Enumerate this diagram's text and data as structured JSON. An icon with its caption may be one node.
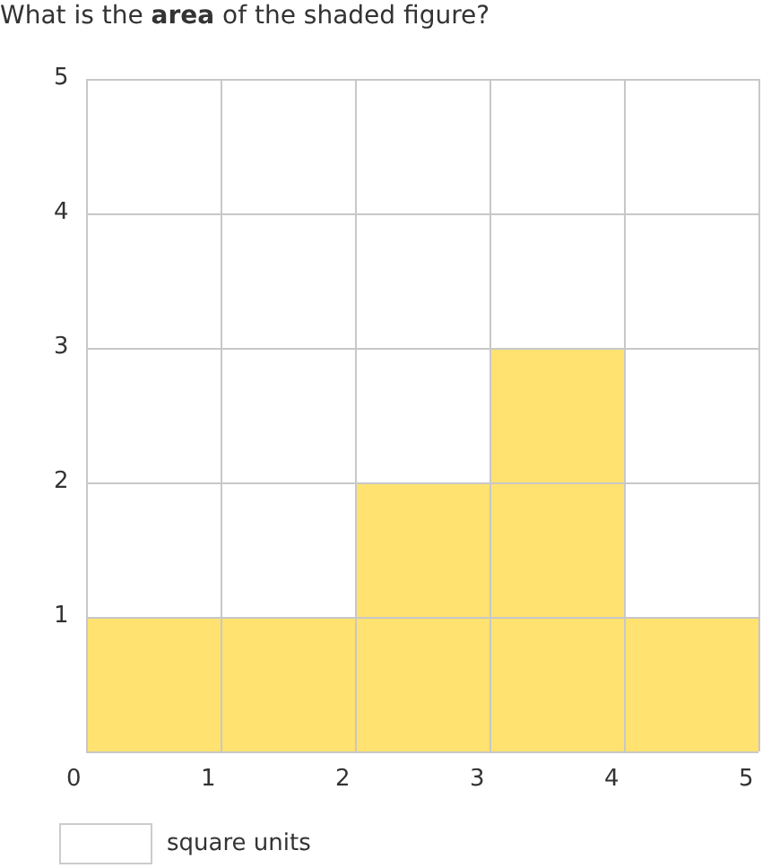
{
  "diagram": {
    "title": "What is the **area** of the shaded figure?",
    "labels": [
      "5",
      "4",
      "3",
      "2",
      "1",
      "0",
      "1",
      "2",
      "3",
      "4",
      "5",
      "square units"
    ]
  }
}
